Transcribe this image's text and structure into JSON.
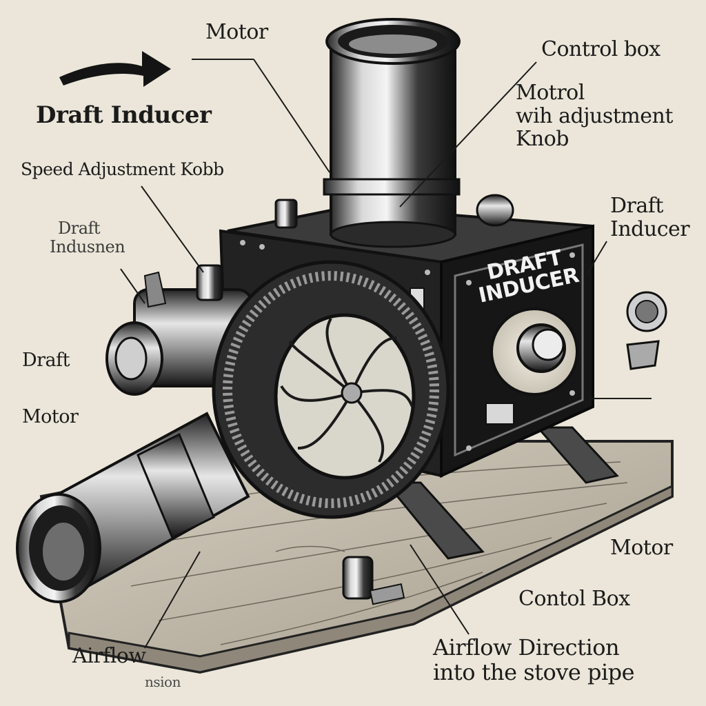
{
  "labels": {
    "motor_top": "Motor",
    "control_box_top": "Control box",
    "draft_inducer_title": "Draft Inducer",
    "motrol_line1": "Motrol",
    "motrol_line2": "wih adjustment",
    "motrol_line3": "Knob",
    "speed_adjustment": "Speed Adjustment Kobb",
    "draft_inducer_right_line1": "Draft",
    "draft_inducer_right_line2": "Inducer",
    "draft_indusnen_line1": "Draft",
    "draft_indusnen_line2": "Indusnen",
    "draft_left": "Draft",
    "motor_left": "Motor",
    "motor_right": "Motor",
    "contol_box": "Contol Box",
    "airflow_left": "Airflow",
    "airflow_left_sub": "nsion",
    "airflow_direction_line1": "Airflow Direction",
    "airflow_direction_line2": "into the stove pipe",
    "panel_plate_line1": "DRAFT",
    "panel_plate_line2": "INDUCER"
  }
}
